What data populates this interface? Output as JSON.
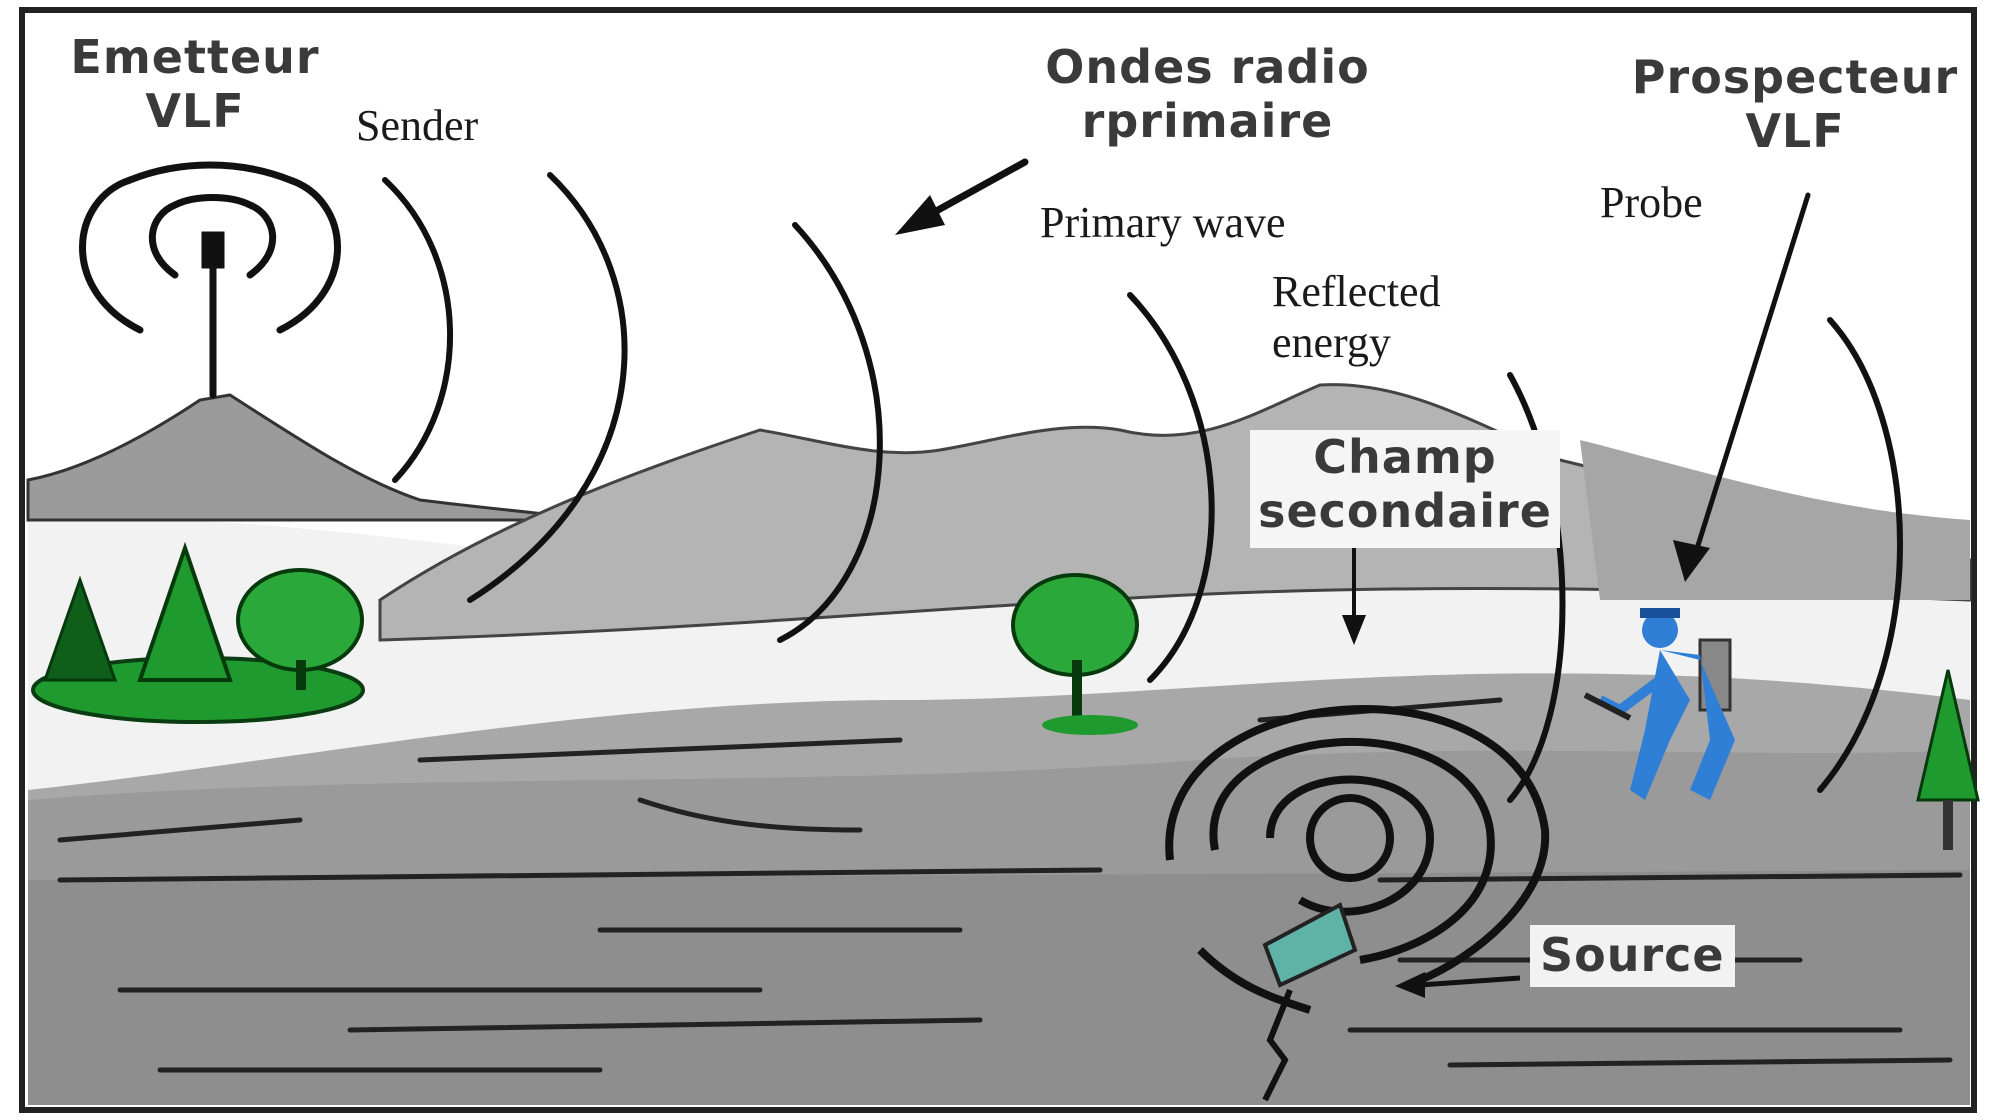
{
  "labels": {
    "emetteur": "Emetteur",
    "emetteur_vlf": "VLF",
    "sender": "Sender",
    "ondes_radio": "Ondes radio",
    "primaire": "rprimaire",
    "primary_wave": "Primary wave",
    "reflected": "Reflected",
    "energy": "energy",
    "prospecteur": "Prospecteur",
    "prospecteur_vlf": "VLF",
    "probe": "Probe",
    "champ": "Champ",
    "secondaire": "secondaire",
    "source": "Source"
  },
  "colors": {
    "frame": "#222222",
    "ground_dark": "#8e8e8e",
    "ground_mid": "#a9a9a9",
    "hill": "#9b9b9b",
    "tree_green": "#1f9a2e",
    "tree_dark": "#0f5e1a",
    "prospector_blue": "#2f7fd6",
    "mineral_teal": "#5fb3a6"
  }
}
